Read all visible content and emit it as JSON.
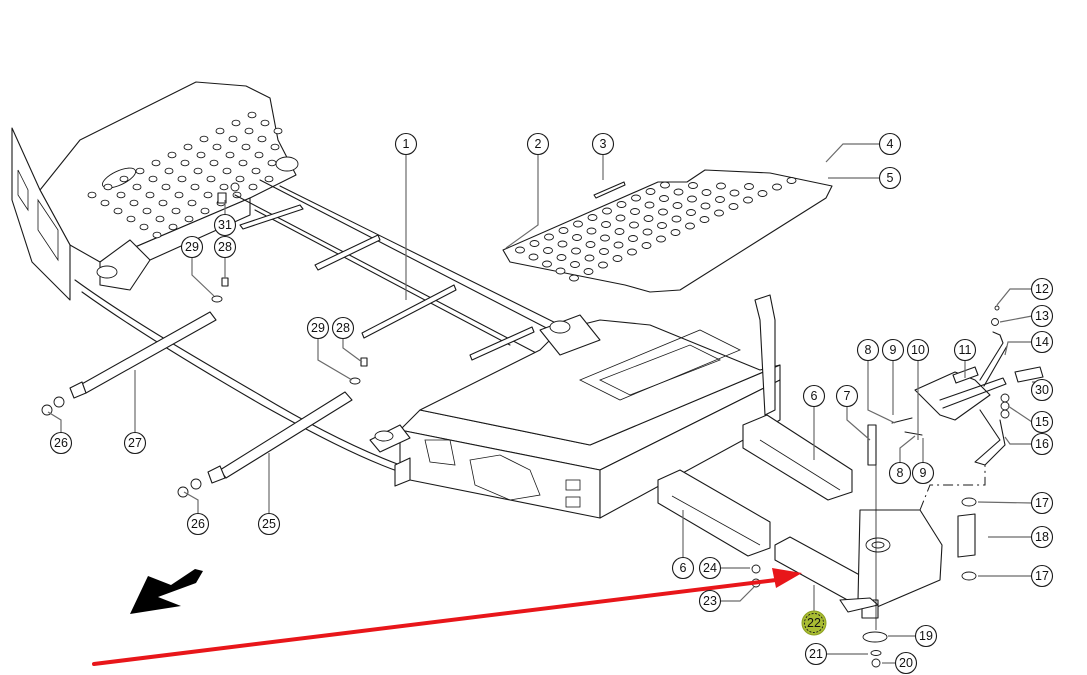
{
  "diagram": {
    "title": "Frame assembly exploded parts diagram",
    "highlighted_part": "22",
    "colors": {
      "line": "#1a1a1a",
      "leader": "#6a6a6a",
      "highlight": "#a9bd33",
      "pointer_arrow": "#e8161a",
      "direction_arrow": "#000000"
    },
    "callouts": [
      {
        "label": "1"
      },
      {
        "label": "2"
      },
      {
        "label": "3"
      },
      {
        "label": "4"
      },
      {
        "label": "5"
      },
      {
        "label": "6"
      },
      {
        "label": "6"
      },
      {
        "label": "7"
      },
      {
        "label": "8"
      },
      {
        "label": "8"
      },
      {
        "label": "9"
      },
      {
        "label": "9"
      },
      {
        "label": "10"
      },
      {
        "label": "11"
      },
      {
        "label": "12"
      },
      {
        "label": "13"
      },
      {
        "label": "14"
      },
      {
        "label": "15"
      },
      {
        "label": "16"
      },
      {
        "label": "17"
      },
      {
        "label": "17"
      },
      {
        "label": "18"
      },
      {
        "label": "19"
      },
      {
        "label": "20"
      },
      {
        "label": "21"
      },
      {
        "label": "22"
      },
      {
        "label": "23"
      },
      {
        "label": "24"
      },
      {
        "label": "25"
      },
      {
        "label": "26"
      },
      {
        "label": "26"
      },
      {
        "label": "27"
      },
      {
        "label": "28"
      },
      {
        "label": "28"
      },
      {
        "label": "29"
      },
      {
        "label": "29"
      },
      {
        "label": "30"
      },
      {
        "label": "31"
      }
    ]
  }
}
